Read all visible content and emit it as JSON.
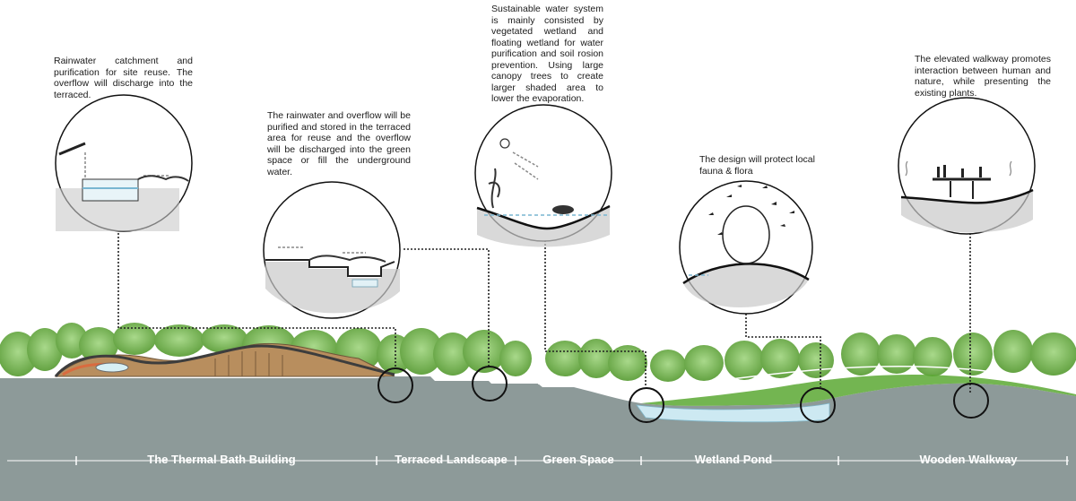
{
  "annotations": {
    "thermal_bath": "Rainwater catchment and purification for site reuse. The overflow will discharge into the terraced.",
    "terraced": "The rainwater and overflow will be purified and stored in the terraced area for reuse and the overflow will be discharged into the green space or fill the underground water.",
    "green_space": "Sustainable water system is mainly consisted by vegetated wetland and floating wetland for water purification and soil rosion prevention. Using large canopy trees to create larger shaded area to lower the evaporation.",
    "wetland": "The design will protect local fauna & flora",
    "walkway": "The elevated walkway promotes interaction between human and nature, while presenting the existing plants."
  },
  "zones": [
    {
      "label": "The Thermal Bath Building"
    },
    {
      "label": "Terraced Landscape"
    },
    {
      "label": "Green Space"
    },
    {
      "label": "Wetland Pond"
    },
    {
      "label": "Wooden Walkway"
    }
  ],
  "colors": {
    "ground": "#8d9a99",
    "vegetation": "#7bbf52",
    "water": "#cde9f2",
    "grass": "#5aa832",
    "outline": "#111111"
  }
}
